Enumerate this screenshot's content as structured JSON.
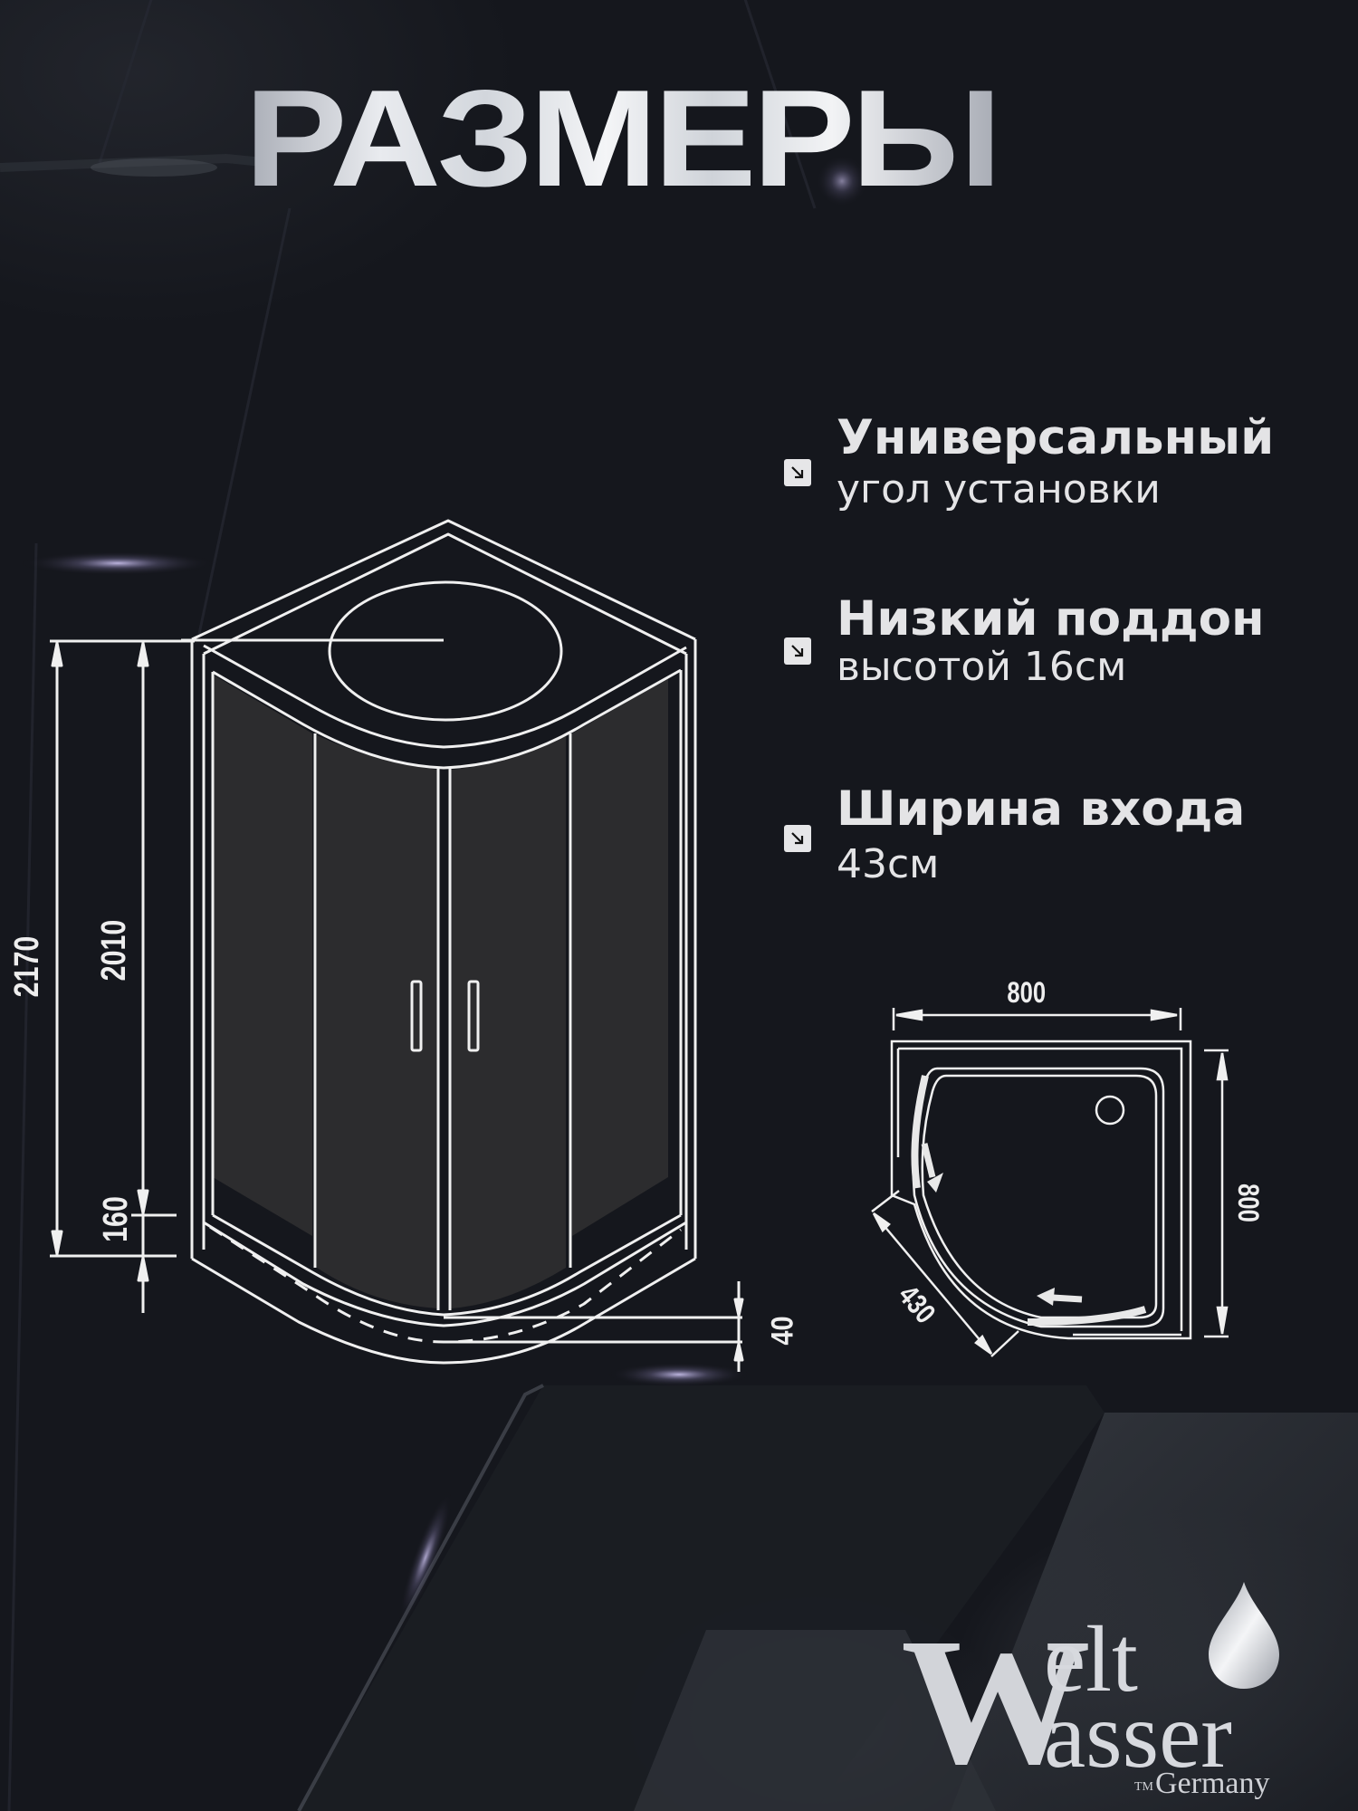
{
  "title": "РАЗМЕРЫ",
  "features": [
    {
      "icon": "arrow-down-right-icon",
      "title": "Универсальный",
      "subtitle": "угол установки"
    },
    {
      "icon": "arrow-down-right-icon",
      "title": "Низкий поддон",
      "subtitle": "высотой 16см"
    },
    {
      "icon": "arrow-down-right-icon",
      "title": "Ширина входа",
      "subtitle": "43см"
    }
  ],
  "front_view": {
    "total_height": "2170",
    "cabin_height": "2010",
    "tray_height": "160",
    "tray_step": "40"
  },
  "top_view": {
    "width": "800",
    "depth": "800",
    "entrance_width": "430"
  },
  "brand": {
    "line1_initial": "W",
    "line1_rest": "elt",
    "line2_rest": "asser",
    "tm": "TM",
    "country": "Germany"
  },
  "colors": {
    "background": "#15171d",
    "line": "#f0f0f0",
    "glass": "#2c2c2e",
    "text": "#e4e4e6"
  }
}
